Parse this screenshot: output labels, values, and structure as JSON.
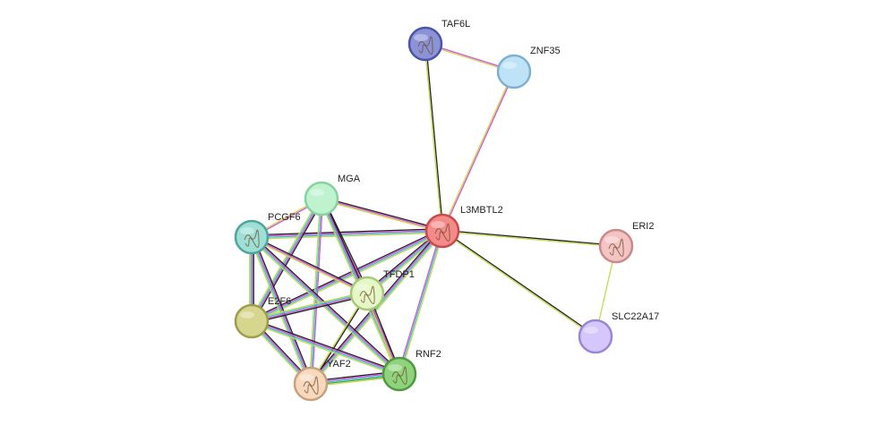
{
  "network": {
    "nodes": [
      {
        "id": "TAF6L",
        "label": "TAF6L",
        "color": "#8b93d6",
        "stroke": "#4b55a6",
        "glyph": true
      },
      {
        "id": "ZNF35",
        "label": "ZNF35",
        "color": "#bfe3f6",
        "stroke": "#7fb0d2",
        "glyph": false
      },
      {
        "id": "MGA",
        "label": "MGA",
        "color": "#bff2cf",
        "stroke": "#86d2a0",
        "glyph": false
      },
      {
        "id": "PCGF6",
        "label": "PCGF6",
        "color": "#9fe0d6",
        "stroke": "#4ea59b",
        "glyph": true
      },
      {
        "id": "L3MBTL2",
        "label": "L3MBTL2",
        "color": "#f48a8a",
        "stroke": "#c84a4a",
        "glyph": true
      },
      {
        "id": "ERI2",
        "label": "ERI2",
        "color": "#f4c4c4",
        "stroke": "#c98a8a",
        "glyph": true
      },
      {
        "id": "TFDP1",
        "label": "TFDP1",
        "color": "#e4f7c4",
        "stroke": "#a7c77a",
        "glyph": true
      },
      {
        "id": "E2F6",
        "label": "E2F6",
        "color": "#d7d68e",
        "stroke": "#9e9c4d",
        "glyph": false
      },
      {
        "id": "SLC22A17",
        "label": "SLC22A17",
        "color": "#d5c6fb",
        "stroke": "#9a86d6",
        "glyph": false
      },
      {
        "id": "YAF2",
        "label": "YAF2",
        "color": "#f8d9bd",
        "stroke": "#c8a07c",
        "glyph": true
      },
      {
        "id": "RNF2",
        "label": "RNF2",
        "color": "#8fd47d",
        "stroke": "#4e9a3f",
        "glyph": true
      }
    ],
    "edge_colors": {
      "coexpression": "#222222",
      "textmining": "#c8d84a",
      "experiments": "#d64fd6",
      "database": "#3cc3d6",
      "neighborhood": "#3aa53a",
      "homology": "#8c8cf0"
    },
    "edges": [
      {
        "source": "TAF6L",
        "target": "ZNF35",
        "types": [
          "experiments",
          "textmining"
        ]
      },
      {
        "source": "TAF6L",
        "target": "L3MBTL2",
        "types": [
          "coexpression",
          "textmining"
        ]
      },
      {
        "source": "ZNF35",
        "target": "L3MBTL2",
        "types": [
          "experiments",
          "textmining"
        ]
      },
      {
        "source": "L3MBTL2",
        "target": "ERI2",
        "types": [
          "coexpression",
          "textmining"
        ]
      },
      {
        "source": "L3MBTL2",
        "target": "SLC22A17",
        "types": [
          "coexpression",
          "textmining"
        ]
      },
      {
        "source": "ERI2",
        "target": "SLC22A17",
        "types": [
          "textmining"
        ]
      },
      {
        "source": "MGA",
        "target": "L3MBTL2",
        "types": [
          "coexpression",
          "experiments",
          "textmining"
        ]
      },
      {
        "source": "PCGF6",
        "target": "L3MBTL2",
        "types": [
          "coexpression",
          "experiments",
          "database",
          "textmining"
        ]
      },
      {
        "source": "TFDP1",
        "target": "L3MBTL2",
        "types": [
          "coexpression",
          "experiments",
          "database",
          "textmining"
        ]
      },
      {
        "source": "E2F6",
        "target": "L3MBTL2",
        "types": [
          "coexpression",
          "experiments",
          "database",
          "textmining"
        ]
      },
      {
        "source": "YAF2",
        "target": "L3MBTL2",
        "types": [
          "coexpression",
          "experiments",
          "database",
          "textmining"
        ]
      },
      {
        "source": "RNF2",
        "target": "L3MBTL2",
        "types": [
          "experiments",
          "database",
          "textmining"
        ]
      },
      {
        "source": "MGA",
        "target": "PCGF6",
        "types": [
          "experiments",
          "textmining"
        ]
      },
      {
        "source": "MGA",
        "target": "TFDP1",
        "types": [
          "coexpression",
          "experiments",
          "database",
          "textmining"
        ]
      },
      {
        "source": "MGA",
        "target": "E2F6",
        "types": [
          "coexpression",
          "experiments",
          "database",
          "textmining"
        ]
      },
      {
        "source": "MGA",
        "target": "YAF2",
        "types": [
          "experiments",
          "database",
          "textmining"
        ]
      },
      {
        "source": "MGA",
        "target": "RNF2",
        "types": [
          "coexpression",
          "experiments",
          "database",
          "textmining"
        ]
      },
      {
        "source": "PCGF6",
        "target": "TFDP1",
        "types": [
          "coexpression",
          "experiments",
          "textmining"
        ]
      },
      {
        "source": "PCGF6",
        "target": "E2F6",
        "types": [
          "coexpression",
          "experiments",
          "database",
          "textmining"
        ]
      },
      {
        "source": "PCGF6",
        "target": "YAF2",
        "types": [
          "coexpression",
          "experiments",
          "database",
          "textmining"
        ]
      },
      {
        "source": "PCGF6",
        "target": "RNF2",
        "types": [
          "coexpression",
          "experiments",
          "database",
          "textmining"
        ]
      },
      {
        "source": "TFDP1",
        "target": "E2F6",
        "types": [
          "coexpression",
          "experiments",
          "database",
          "textmining"
        ]
      },
      {
        "source": "TFDP1",
        "target": "YAF2",
        "types": [
          "coexpression",
          "textmining"
        ]
      },
      {
        "source": "TFDP1",
        "target": "RNF2",
        "types": [
          "coexpression",
          "experiments",
          "textmining"
        ]
      },
      {
        "source": "E2F6",
        "target": "YAF2",
        "types": [
          "coexpression",
          "experiments",
          "database",
          "textmining"
        ]
      },
      {
        "source": "E2F6",
        "target": "RNF2",
        "types": [
          "coexpression",
          "experiments",
          "database",
          "textmining"
        ]
      },
      {
        "source": "YAF2",
        "target": "RNF2",
        "types": [
          "coexpression",
          "experiments",
          "database",
          "neighborhood",
          "textmining"
        ]
      }
    ]
  }
}
